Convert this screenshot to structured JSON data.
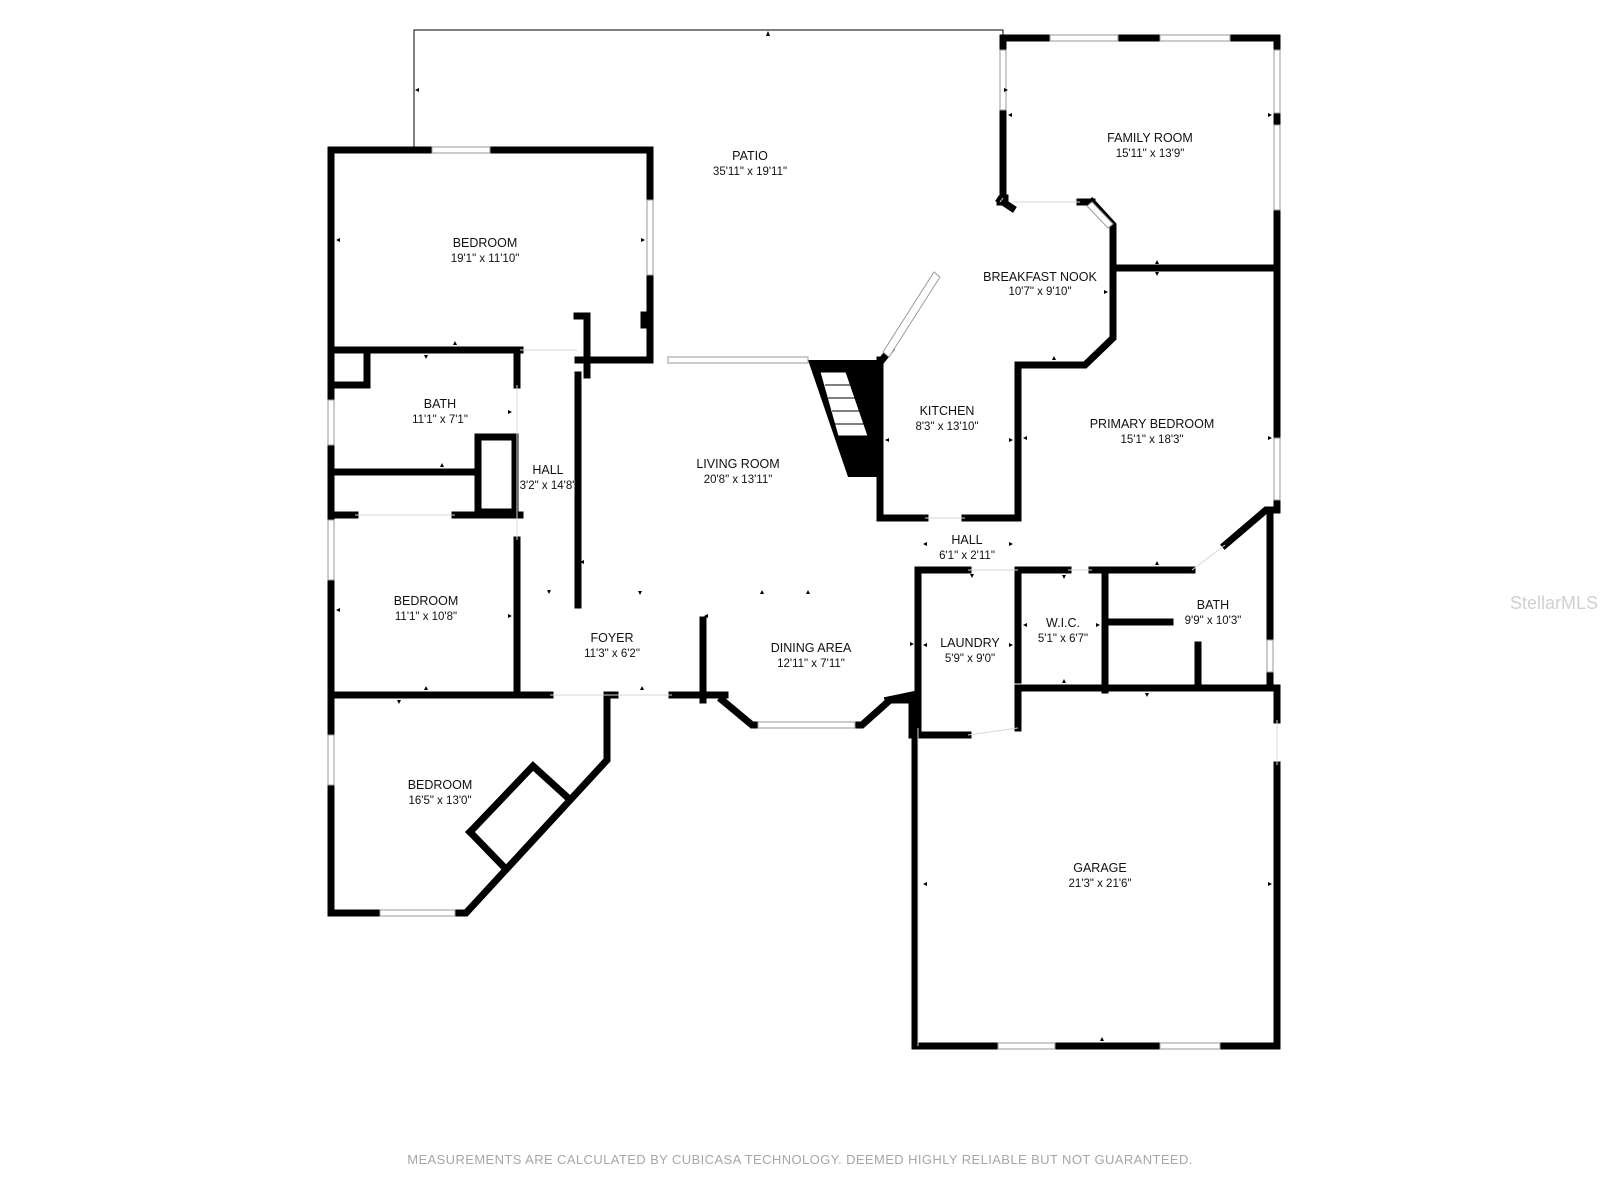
{
  "rooms": [
    {
      "id": "patio",
      "name": "PATIO",
      "dim": "35'11\" x 19'11\""
    },
    {
      "id": "family-room",
      "name": "FAMILY ROOM",
      "dim": "15'11\" x 13'9\""
    },
    {
      "id": "bedroom-1",
      "name": "BEDROOM",
      "dim": "19'1\" x 11'10\""
    },
    {
      "id": "breakfast-nook",
      "name": "BREAKFAST NOOK",
      "dim": "10'7\" x 9'10\""
    },
    {
      "id": "bath-1",
      "name": "BATH",
      "dim": "11'1\" x 7'1\""
    },
    {
      "id": "kitchen",
      "name": "KITCHEN",
      "dim": "8'3\" x 13'10\""
    },
    {
      "id": "primary-bedroom",
      "name": "PRIMARY BEDROOM",
      "dim": "15'1\" x 18'3\""
    },
    {
      "id": "hall-1",
      "name": "HALL",
      "dim": "3'2\" x 14'8\""
    },
    {
      "id": "living-room",
      "name": "LIVING ROOM",
      "dim": "20'8\" x 13'11\""
    },
    {
      "id": "hall-2",
      "name": "HALL",
      "dim": "6'1\" x 2'11\""
    },
    {
      "id": "bedroom-2",
      "name": "BEDROOM",
      "dim": "11'1\" x 10'8\""
    },
    {
      "id": "bath-2",
      "name": "BATH",
      "dim": "9'9\" x 10'3\""
    },
    {
      "id": "wic",
      "name": "W.I.C.",
      "dim": "5'1\" x 6'7\""
    },
    {
      "id": "foyer",
      "name": "FOYER",
      "dim": "11'3\" x 6'2\""
    },
    {
      "id": "laundry",
      "name": "LAUNDRY",
      "dim": "5'9\" x 9'0\""
    },
    {
      "id": "dining-area",
      "name": "DINING AREA",
      "dim": "12'11\" x 7'11\""
    },
    {
      "id": "bedroom-3",
      "name": "BEDROOM",
      "dim": "16'5\" x 13'0\""
    },
    {
      "id": "garage",
      "name": "GARAGE",
      "dim": "21'3\" x 21'6\""
    }
  ],
  "footer": "MEASUREMENTS ARE CALCULATED BY CUBICASA TECHNOLOGY. DEEMED HIGHLY RELIABLE BUT NOT GUARANTEED.",
  "watermark": "StellarMLS",
  "colors": {
    "wall": "#000000",
    "window": "#9a9a9a",
    "footer_text": "#a6a6a6",
    "watermark": "#d0d0d0"
  }
}
